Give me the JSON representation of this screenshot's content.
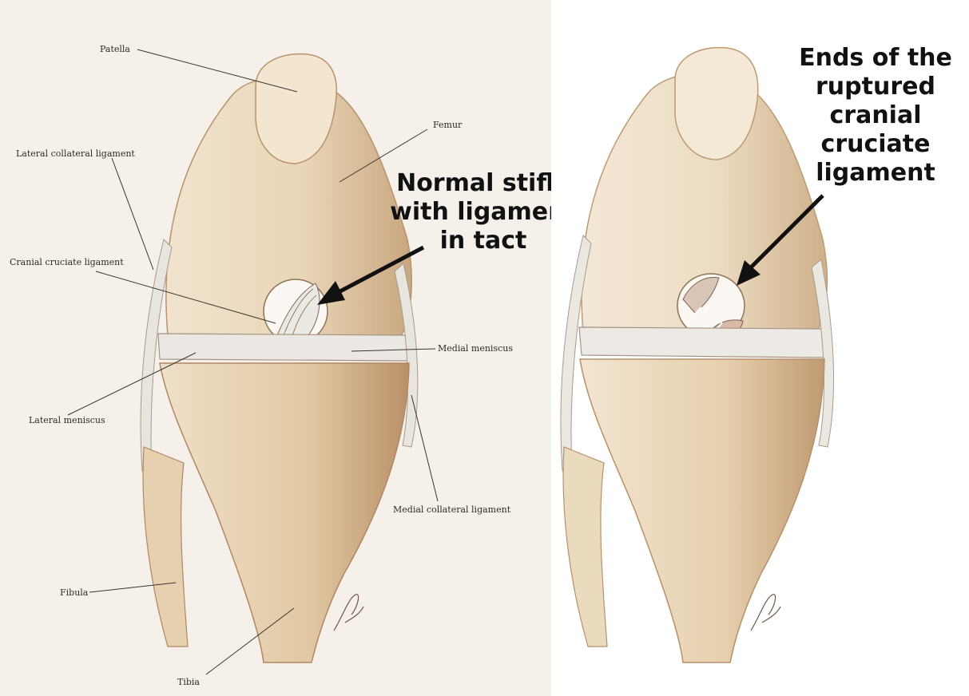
{
  "left_panel": {
    "labels": {
      "patella": "Patella",
      "femur": "Femur",
      "lateral_collateral_ligament": "Lateral collateral ligament",
      "cranial_cruciate_ligament": "Cranial cruciate ligament",
      "medial_meniscus": "Medial meniscus",
      "lateral_meniscus": "Lateral meniscus",
      "medial_collateral_ligament": "Medial collateral ligament",
      "fibula": "Fibula",
      "tibia": "Tibia"
    },
    "callout": "Normal stifle\nwith ligament\nin tact"
  },
  "right_panel": {
    "callout": "Ends of the\nruptured\ncranial\ncruciate\nligament"
  },
  "colors": {
    "bone": "#ead6b8",
    "bone_shadow": "#c9a77f",
    "ligament": "#e9e6e2",
    "ink": "#111111"
  }
}
